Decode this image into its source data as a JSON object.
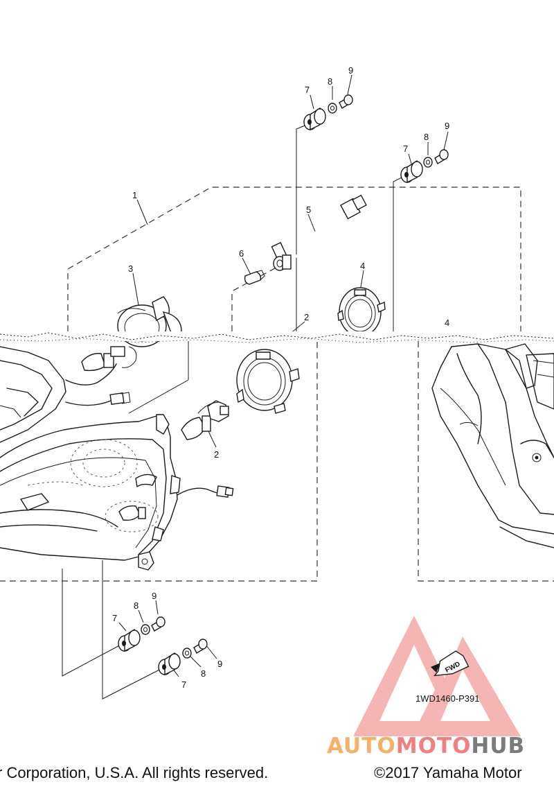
{
  "callouts": {
    "c1": "1",
    "c2a": "2",
    "c2b": "2",
    "c3": "3",
    "c4a": "4",
    "c4b": "4",
    "c5": "5",
    "c6": "6",
    "c7a": "7",
    "c7b": "7",
    "c7c": "7",
    "c7d": "7",
    "c8a": "8",
    "c8b": "8",
    "c8c": "8",
    "c8d": "8",
    "c9a": "9",
    "c9b": "9",
    "c9c": "9",
    "c9d": "9"
  },
  "fwd_label": "FWD",
  "diagram_code": "1WD1460-P391",
  "footer": {
    "left": "r Corporation, U.S.A. All rights reserved.",
    "right": "©2017 Yamaha Motor"
  },
  "watermark": {
    "part1": "AUTO",
    "part2": "MOTO",
    "part3": "HUB",
    "color_orange": "#f7b06a",
    "color_red": "#f07f7f",
    "color_gray": "#7b7b7b"
  },
  "icons": [
    "fwd-arrow-icon",
    "watermark-logo-icon"
  ]
}
